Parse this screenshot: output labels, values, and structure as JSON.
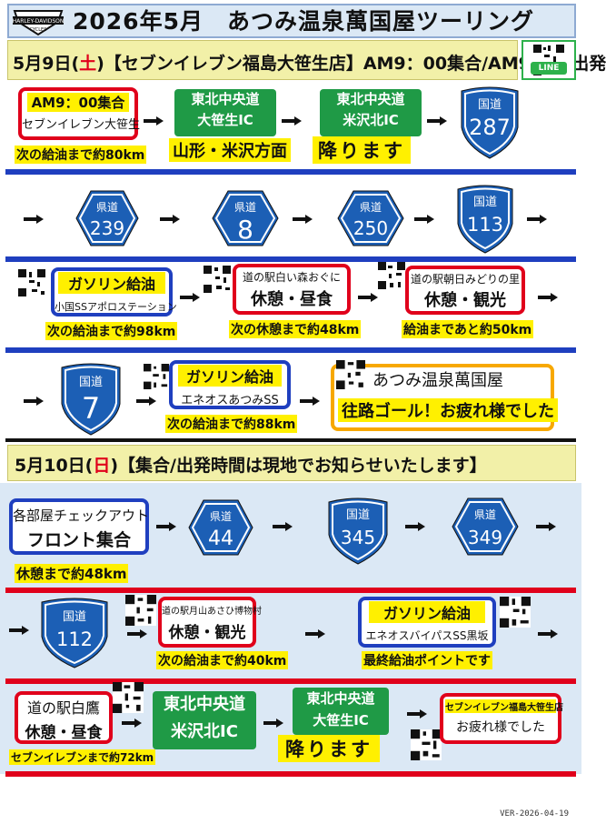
{
  "header": {
    "title": "2026年5月　あつみ温泉萬国屋ツーリング",
    "logo_text": "HARLEY-DAVIDSON",
    "logo_sub": "CYCLES"
  },
  "day1": {
    "date_pre": "5月9日(",
    "date_dow": "土",
    "date_post": ")【セブンイレブン福島大笹生店】AM9：00集合/AM9：30出発"
  },
  "line_badge": "LINE",
  "row1": {
    "start_line1": "AM9：00集合",
    "start_line2": "セブンイレブン大笹生",
    "start_note": "次の給油まで約80km",
    "ic1_line1": "東北中央道",
    "ic1_line2": "大笹生IC",
    "ic1_note": "山形・米沢方面",
    "ic2_line1": "東北中央道",
    "ic2_line2": "米沢北IC",
    "ic2_note": "降ります",
    "route_top": "国道",
    "route_num": "287"
  },
  "row2": {
    "r1_top": "県道",
    "r1_num": "239",
    "r2_top": "県道",
    "r2_num": "8",
    "r3_top": "県道",
    "r3_num": "250",
    "r4_top": "国道",
    "r4_num": "113"
  },
  "row3": {
    "gas_title": "ガソリン給油",
    "gas_sub": "小国SSアポロステーション",
    "gas_note": "次の給油まで約98km",
    "rest1_line1": "道の駅白い森おぐに",
    "rest1_line2": "休憩・昼食",
    "rest1_note": "次の休憩まで約48km",
    "rest2_line1": "道の駅朝日みどりの里",
    "rest2_line2": "休憩・観光",
    "rest2_note": "給油まであと約50km"
  },
  "row4": {
    "route_top": "国道",
    "route_num": "7",
    "gas_title": "ガソリン給油",
    "gas_sub": "エネオスあつみSS",
    "gas_note": "次の給油まで約88km",
    "goal_line1": "あつみ温泉萬国屋",
    "goal_line2": "往路ゴール！お疲れ様でした"
  },
  "day2": {
    "date_pre": "5月10日(",
    "date_dow": "日",
    "date_post": ")【集合/出発時間は現地でお知らせいたします】"
  },
  "row5": {
    "checkout_line1": "各部屋チェックアウト",
    "checkout_line2": "フロント集合",
    "checkout_note": "休憩まで約48km",
    "r1_top": "県道",
    "r1_num": "44",
    "r2_top": "国道",
    "r2_num": "345",
    "r3_top": "県道",
    "r3_num": "349"
  },
  "row6": {
    "route_top": "国道",
    "route_num": "112",
    "rest_line1": "道の駅月山あさひ博物村",
    "rest_line2": "休憩・観光",
    "rest_note": "次の給油まで約40km",
    "gas_title": "ガソリン給油",
    "gas_sub": "エネオスバイパスSS黒坂",
    "gas_note": "最終給油ポイントです"
  },
  "row7": {
    "rest_line1": "道の駅白鷹",
    "rest_line2": "休憩・昼食",
    "rest_note": "セブンイレブンまで約72km",
    "ic1_line1": "東北中央道",
    "ic1_line2": "米沢北IC",
    "ic2_line1": "東北中央道",
    "ic2_line2": "大笹生IC",
    "ic2_note": "降ります",
    "end_line1": "セブンイレブン福島大笹生店",
    "end_line2": "お疲れ様でした"
  },
  "version": "VER-2026-04-19",
  "colors": {
    "red": "#e0001b",
    "blue": "#1f3fbf",
    "green": "#1f9a46",
    "yellow": "#fff000",
    "orange": "#f7a800",
    "route_blue": "#1c5fb5"
  }
}
